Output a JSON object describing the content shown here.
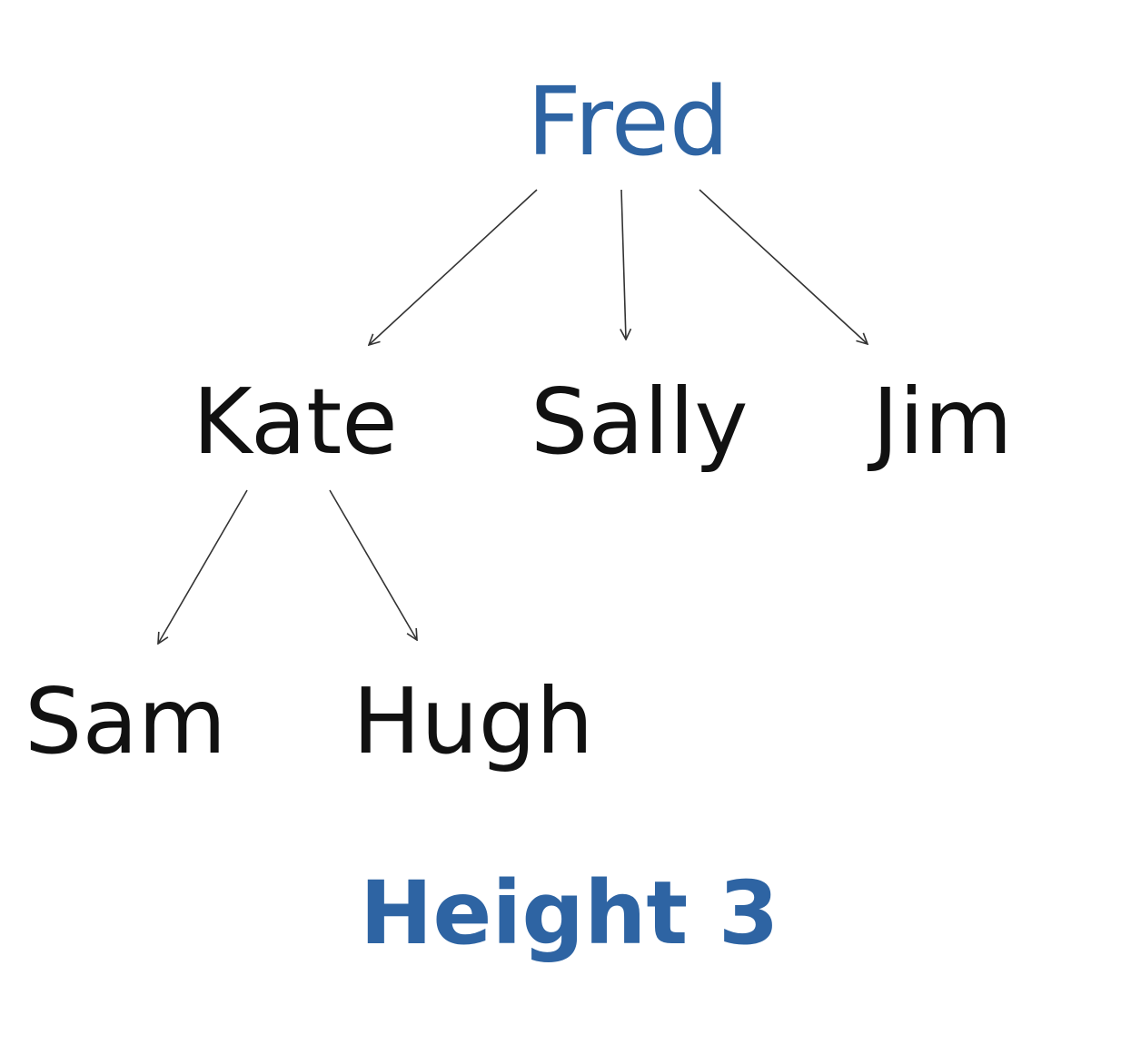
{
  "tree": {
    "root": "Fred",
    "level1": [
      "Kate",
      "Sally",
      "Jim"
    ],
    "level2": [
      "Sam",
      "Hugh"
    ]
  },
  "caption": "Height 3",
  "colors": {
    "accent": "#2e64a3",
    "text": "#111111",
    "edge": "#333333",
    "background": "#ffffff"
  }
}
